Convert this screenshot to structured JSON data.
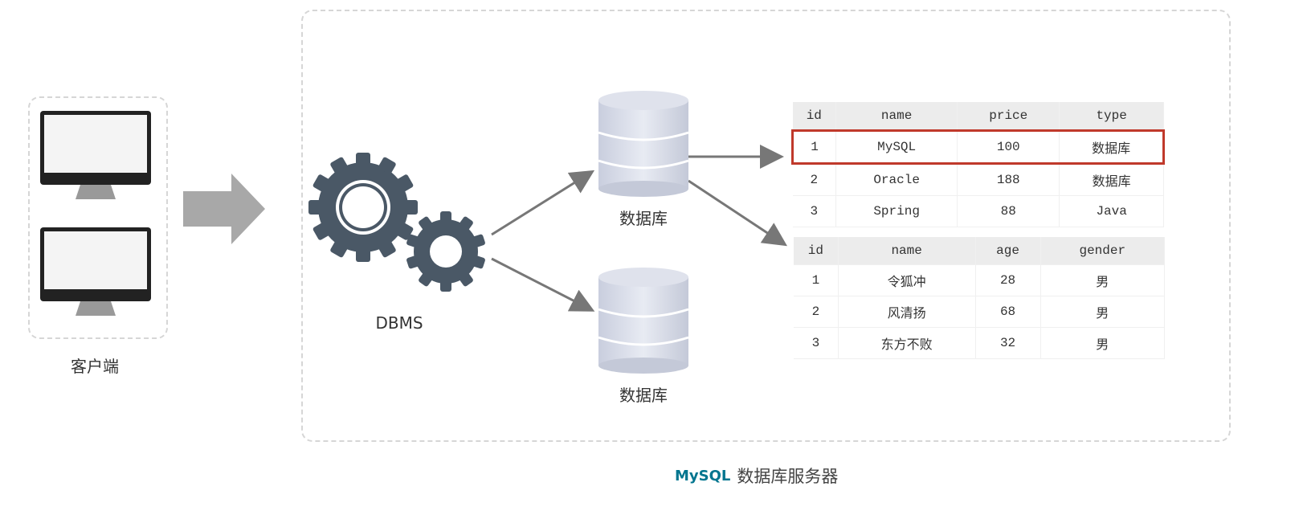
{
  "client": {
    "label": "客户端"
  },
  "dbms": {
    "label": "DBMS"
  },
  "databases": [
    {
      "label": "数据库"
    },
    {
      "label": "数据库"
    }
  ],
  "table1": {
    "headers": [
      "id",
      "name",
      "price",
      "type"
    ],
    "rows": [
      [
        "1",
        "MySQL",
        "100",
        "数据库"
      ],
      [
        "2",
        "Oracle",
        "188",
        "数据库"
      ],
      [
        "3",
        "Spring",
        "88",
        "Java"
      ]
    ],
    "highlight_row": 0,
    "highlight_color": "#c0392b"
  },
  "table2": {
    "headers": [
      "id",
      "name",
      "age",
      "gender"
    ],
    "rows": [
      [
        "1",
        "令狐冲",
        "28",
        "男"
      ],
      [
        "2",
        "风清扬",
        "68",
        "男"
      ],
      [
        "3",
        "东方不败",
        "32",
        "男"
      ]
    ]
  },
  "footer": {
    "logo": "MySQL",
    "label": "数据库服务器"
  }
}
